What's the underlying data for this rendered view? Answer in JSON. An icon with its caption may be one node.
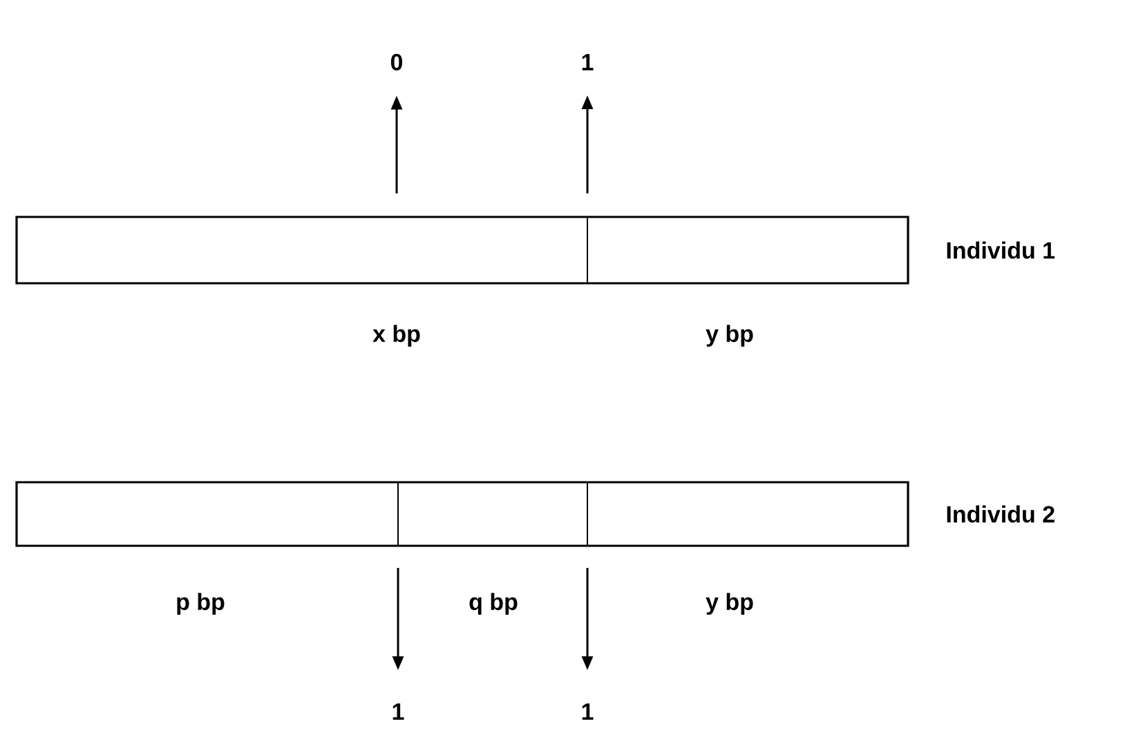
{
  "diagram": {
    "nodes": [
      {
        "text": [],
        "shape": "bar",
        "beside": [
          "Individu 1"
        ]
      },
      {
        "text": [],
        "shape": "box",
        "in": 0,
        "beside": [
          "x bp"
        ]
      },
      {
        "text": [],
        "shape": "box",
        "in": 0,
        "beside": [
          "y bp"
        ]
      },
      {
        "text": [],
        "shape": "bar",
        "beside": [
          "Individu 2"
        ]
      },
      {
        "text": [],
        "shape": "box",
        "in": 3,
        "beside": [
          "p bp"
        ]
      },
      {
        "text": [],
        "shape": "box",
        "in": 3,
        "beside": [
          "q bp"
        ]
      },
      {
        "text": [],
        "shape": "box",
        "in": 3,
        "beside": [
          "y bp"
        ]
      },
      {
        "text": [
          "0"
        ]
      },
      {
        "text": [
          "1"
        ]
      },
      {
        "text": [
          "1"
        ]
      },
      {
        "text": [
          "1"
        ]
      }
    ],
    "edges": [
      {
        "from": 0,
        "to": 7,
        "arrow": "to"
      },
      {
        "from": 0,
        "to": 8,
        "arrow": "to"
      },
      {
        "from": 3,
        "to": 9,
        "arrow": "to"
      },
      {
        "from": 3,
        "to": 10,
        "arrow": "to"
      }
    ]
  }
}
